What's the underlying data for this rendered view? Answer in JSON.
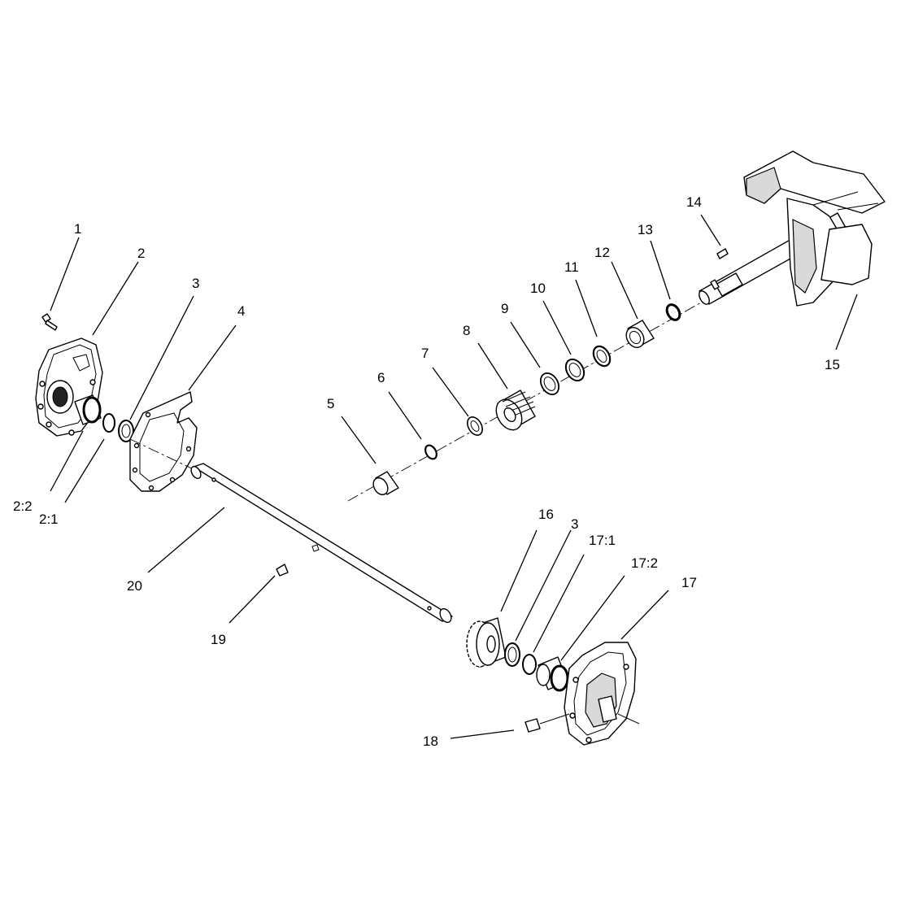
{
  "diagram": {
    "callouts": {
      "c1": "1",
      "c2": "2",
      "c3a": "3",
      "c4": "4",
      "c5": "5",
      "c6": "6",
      "c7": "7",
      "c8": "8",
      "c9": "9",
      "c10": "10",
      "c11": "11",
      "c12": "12",
      "c13": "13",
      "c14": "14",
      "c15": "15",
      "c16": "16",
      "c3b": "3",
      "c17_1": "17:1",
      "c17_2": "17:2",
      "c17": "17",
      "c18": "18",
      "c19": "19",
      "c20": "20",
      "c2_2": "2:2",
      "c2_1": "2:1"
    }
  }
}
